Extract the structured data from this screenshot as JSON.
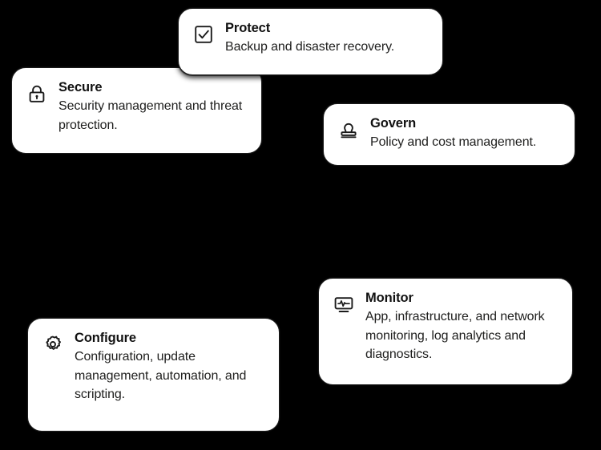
{
  "page": {
    "background_color": "#000000",
    "card_background_color": "#ffffff",
    "card_border_color": "#1c1c1c",
    "text_color": "#111111"
  },
  "cards": [
    {
      "id": "protect",
      "icon": "checkbox-check-icon",
      "title": "Protect",
      "description": "Backup and disaster recovery."
    },
    {
      "id": "secure",
      "icon": "lock-icon",
      "title": "Secure",
      "description": "Security management and threat protection."
    },
    {
      "id": "govern",
      "icon": "stamp-icon",
      "title": "Govern",
      "description": "Policy and cost management."
    },
    {
      "id": "monitor",
      "icon": "monitor-pulse-icon",
      "title": "Monitor",
      "description": "App, infrastructure, and network monitoring, log analytics and diagnostics."
    },
    {
      "id": "configure",
      "icon": "gear-icon",
      "title": "Configure",
      "description": "Configuration, update management, automation, and scripting."
    }
  ]
}
